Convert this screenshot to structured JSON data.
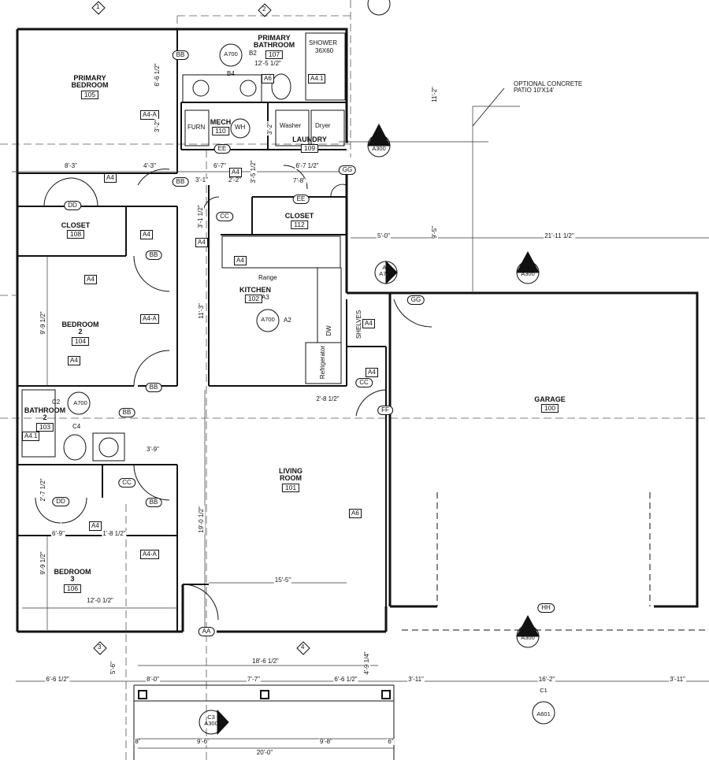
{
  "rooms": [
    {
      "id": "primary_bedroom",
      "name1": "PRIMARY",
      "name2": "BEDROOM",
      "num": "105"
    },
    {
      "id": "primary_bathroom",
      "name1": "PRIMARY",
      "name2": "BATHROOM",
      "num": "107"
    },
    {
      "id": "mech",
      "name1": "MECH",
      "num": "110"
    },
    {
      "id": "laundry",
      "name1": "LAUNDRY",
      "num": "109"
    },
    {
      "id": "closet108",
      "name1": "CLOSET",
      "num": "108"
    },
    {
      "id": "closet112",
      "name1": "CLOSET",
      "num": "112"
    },
    {
      "id": "kitchen",
      "name1": "KITCHEN",
      "num": "102"
    },
    {
      "id": "bedroom2",
      "name1": "BEDROOM",
      "name2": "2",
      "num": "104"
    },
    {
      "id": "bathroom2",
      "name1": "BATHROOM",
      "name2": "2",
      "num": "103"
    },
    {
      "id": "living",
      "name1": "LIVING",
      "name2": "ROOM",
      "num": "101"
    },
    {
      "id": "bedroom3",
      "name1": "BEDROOM",
      "name2": "3",
      "num": "106"
    },
    {
      "id": "garage",
      "name1": "GARAGE",
      "num": "100"
    }
  ],
  "fixtures": {
    "shower": "SHOWER",
    "shower_size": "36X60",
    "furn": "FURN",
    "wh": "WH",
    "washer": "Washer",
    "dryer": "Dryer",
    "range": "Range",
    "dw": "DW",
    "refrigerator": "Refrigerator",
    "shelves": "SHELVES"
  },
  "note": {
    "line1": "OPTIONAL CONCRETE",
    "line2": "PATIO 10'X14'"
  },
  "doors": [
    "BB",
    "BB",
    "BB",
    "BB",
    "BB",
    "BB",
    "EE",
    "EE",
    "CC",
    "CC",
    "CC",
    "DD",
    "DD",
    "GG",
    "GG",
    "FF",
    "HH",
    "AA"
  ],
  "tags": [
    "A4-A",
    "A4-A",
    "A4-A",
    "A4",
    "A4",
    "A4",
    "A4",
    "A4",
    "A4",
    "A4",
    "A4",
    "A4",
    "A4",
    "A4.1",
    "A4.1",
    "A6",
    "A6",
    "B2",
    "B4",
    "C2",
    "C4",
    "A2",
    "A3"
  ],
  "section_marks": [
    {
      "top": "A1",
      "bot": "A300"
    },
    {
      "top": "A1",
      "bot": "A700"
    },
    {
      "top": "C1",
      "bot": "A300"
    },
    {
      "top": "C1",
      "bot": "A300"
    },
    {
      "top": "C1",
      "bot": "A601"
    },
    {
      "top": "C3",
      "bot": "A300"
    },
    {
      "top": "",
      "bot": "A700"
    },
    {
      "top": "C2",
      "bot": "A700"
    }
  ],
  "elevations": [
    "1",
    "2",
    "3",
    "4"
  ],
  "dims": {
    "d1": "6'-6 1/2\"",
    "d2": "3'-2\"",
    "d3": "12'-5 1/2\"",
    "d4": "11'-2\"",
    "d5": "8'-3\"",
    "d6": "4'-3\"",
    "d7": "3'-1\"",
    "d8": "2'-2\"",
    "d9": "6'-7\"",
    "d10": "6'-7 1/2\"",
    "d11": "3'-5 1/2\"",
    "d12": "3'-2\"",
    "d13": "7'-8\"",
    "d14": "3'-1 1/2\"",
    "d15": "9'-5\"",
    "d16": "5'-0\"",
    "d17": "21'-11 1/2\"",
    "d18": "9'-9 1/2\"",
    "d19": "11'-3\"",
    "d20": "2'-8 1/2\"",
    "d21": "3'-9\"",
    "d22": "2'-7 1/2\"",
    "d23": "6'-9\"",
    "d24": "1'-8 1/2\"",
    "d25": "19'-0 1/2\"",
    "d26": "9'-9 1/2\"",
    "d27": "12'-0 1/2\"",
    "d28": "15'-5\"",
    "d29": "18'-6 1/2\"",
    "d30": "5'-6\"",
    "d31": "4'-9 1/4\"",
    "d32": "6'-6 1/2\"",
    "d33": "8'-0\"",
    "d34": "7'-7\"",
    "d35": "6'-6 1/2\"",
    "d36": "3'-11\"",
    "d37": "16'-2\"",
    "d38": "3'-11\"",
    "d39": "8\"",
    "d40": "9'-6\"",
    "d41": "9'-8\"",
    "d42": "6\"",
    "d43": "20'-0\""
  }
}
